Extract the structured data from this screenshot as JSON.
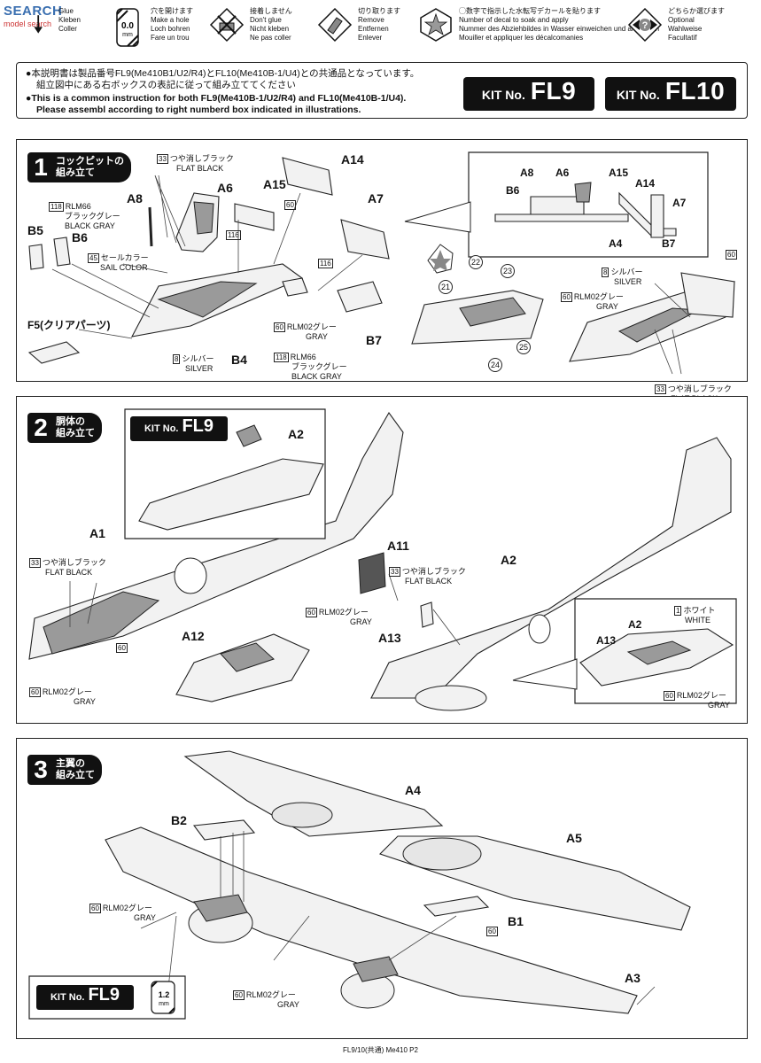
{
  "watermark": {
    "title": "SEARCH",
    "sub": "model search"
  },
  "legend": [
    {
      "icon": "glue-icon",
      "lines": [
        "",
        "Glue",
        "Kleben",
        "Coller"
      ]
    },
    {
      "icon": "drill-icon",
      "badge": "0.0",
      "unit": "mm",
      "lines": [
        "穴を開けます",
        "Make a hole",
        "Loch bohren",
        "Fare un trou"
      ]
    },
    {
      "icon": "no-glue-icon",
      "lines": [
        "接着しません",
        "Don't glue",
        "Nicht kleben",
        "Ne pas coller"
      ]
    },
    {
      "icon": "cut-icon",
      "lines": [
        "切り取ります",
        "Remove",
        "Entfernen",
        "Enlever"
      ]
    },
    {
      "icon": "decal-star-icon",
      "lines": [
        "◯数字で指示した水転写デカールを貼ります",
        "Number of decal to soak and apply",
        "Nummer des Abziehbildes in Wasser einweichen und anbringen",
        "Mouiller et appliquer les décalcomanies"
      ]
    },
    {
      "icon": "optional-icon",
      "lines": [
        "どちらか選びます",
        "Optional",
        "Wahlweise",
        "Facultatif"
      ]
    }
  ],
  "notice": {
    "jp1": "●本説明書は製品番号FL9(Me410B1/U2/R4)とFL10(Me410B-1/U4)との共通品となっています。",
    "jp2": "組立図中にある右ボックスの表記に従って組み立ててください",
    "en1": "●This is a common  instruction for both FL9(Me410B-1/U2/R4) and FL10(Me410B-1/U4).",
    "en2": "Please assembl according to right numberd box indicated in illustrations.",
    "kits": [
      {
        "prefix": "KIT No.",
        "code": "FL9"
      },
      {
        "prefix": "KIT No.",
        "code": "FL10"
      }
    ]
  },
  "step1": {
    "num": "1",
    "title_a": "コックピットの",
    "title_b": "組み立て",
    "parts": {
      "A14": "A14",
      "A8": "A8",
      "A6": "A6",
      "A15": "A15",
      "A7": "A7",
      "B5": "B5",
      "B6": "B6",
      "B4": "B4",
      "B7": "B7",
      "F5": "F5(クリアパーツ)"
    },
    "inset_parts": {
      "A8": "A8",
      "A6": "A6",
      "A15": "A15",
      "B6": "B6",
      "A14": "A14",
      "A7": "A7",
      "A4": "A4",
      "B7": "B7"
    },
    "colors": {
      "c33": "33",
      "flat_black_jp": "つや消しブラック",
      "flat_black": "FLAT BLACK",
      "c118": "118",
      "rlm66": "RLM66",
      "rlm66_jp": "ブラックグレー",
      "black_gray": "BLACK GRAY",
      "c45": "45",
      "sail_jp": "セールカラー",
      "sail": "SAIL COLOR",
      "c8": "8",
      "silver_jp": "シルバー",
      "silver": "SILVER",
      "c60": "60",
      "rlm02_jp": "RLM02グレー",
      "gray": "GRAY",
      "c116": "116"
    },
    "decals": [
      "21",
      "22",
      "23",
      "24",
      "25"
    ]
  },
  "step2": {
    "num": "2",
    "title_a": "胴体の",
    "title_b": "組み立て",
    "kit": {
      "prefix": "KIT No.",
      "code": "FL9"
    },
    "parts": {
      "A1": "A1",
      "A2": "A2",
      "A11": "A11",
      "A12": "A12",
      "A13": "A13"
    },
    "colors": {
      "c33": "33",
      "flat_black_jp": "つや消しブラック",
      "flat_black": "FLAT BLACK",
      "c60": "60",
      "rlm02_jp": "RLM02グレー",
      "gray": "GRAY",
      "c1": "1",
      "white_jp": "ホワイト",
      "white": "WHITE"
    }
  },
  "step3": {
    "num": "3",
    "title_a": "主翼の",
    "title_b": "組み立て",
    "kit": {
      "prefix": "KIT No.",
      "code": "FL9"
    },
    "drill": {
      "size": "1.2",
      "unit": "mm"
    },
    "parts": {
      "A4": "A4",
      "A5": "A5",
      "A3": "A3",
      "B1": "B1",
      "B2": "B2"
    },
    "colors": {
      "c60": "60",
      "rlm02_jp": "RLM02グレー",
      "gray": "GRAY"
    }
  },
  "footer": "FL9/10(共通) Me410  P2"
}
